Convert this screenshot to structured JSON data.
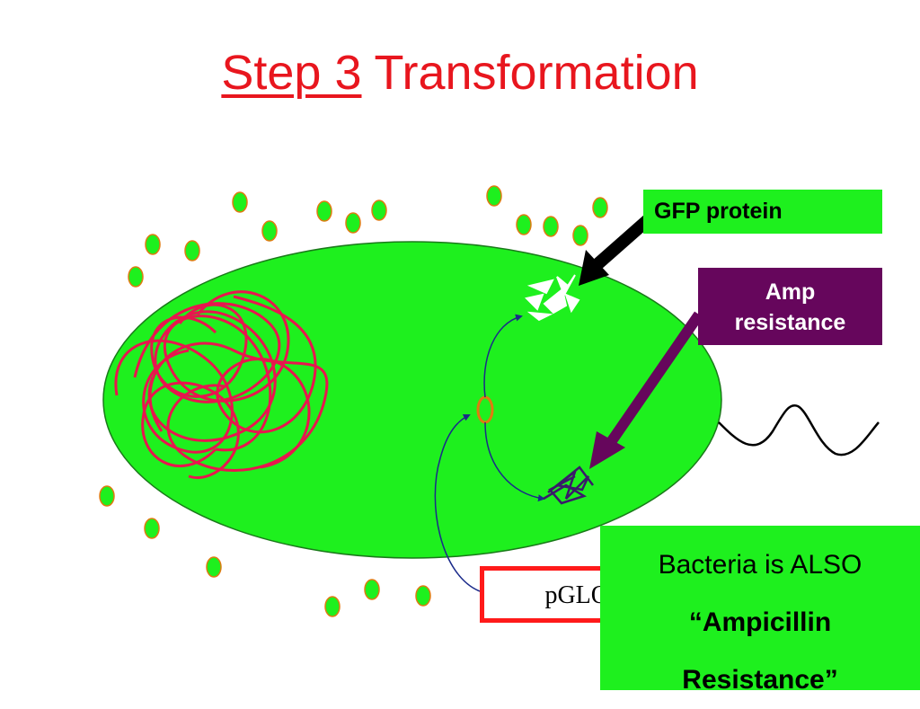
{
  "title": {
    "underlined": "Step 3",
    "rest": "Transformation"
  },
  "labels": {
    "gfp": "GFP protein",
    "amp_line1": "Amp",
    "amp_line2": "resistance",
    "pglo": "pGLO"
  },
  "resistance_note": {
    "line1": "Bacteria is ALSO",
    "line2": "“Ampicillin",
    "line3": "Resistance”"
  },
  "colors": {
    "title": "#e8161e",
    "cell": "#1ef01e",
    "chromosome": "#e8164e",
    "dots_fill": "#1ef01e",
    "dots_stroke": "#e07a10",
    "plasmid_ring": "#e07a10",
    "gfp_box": "#1ef01e",
    "amp_box": "#66065c",
    "pglo_border": "#ff1a1a",
    "flow_arrow": "#1a2a8a"
  }
}
